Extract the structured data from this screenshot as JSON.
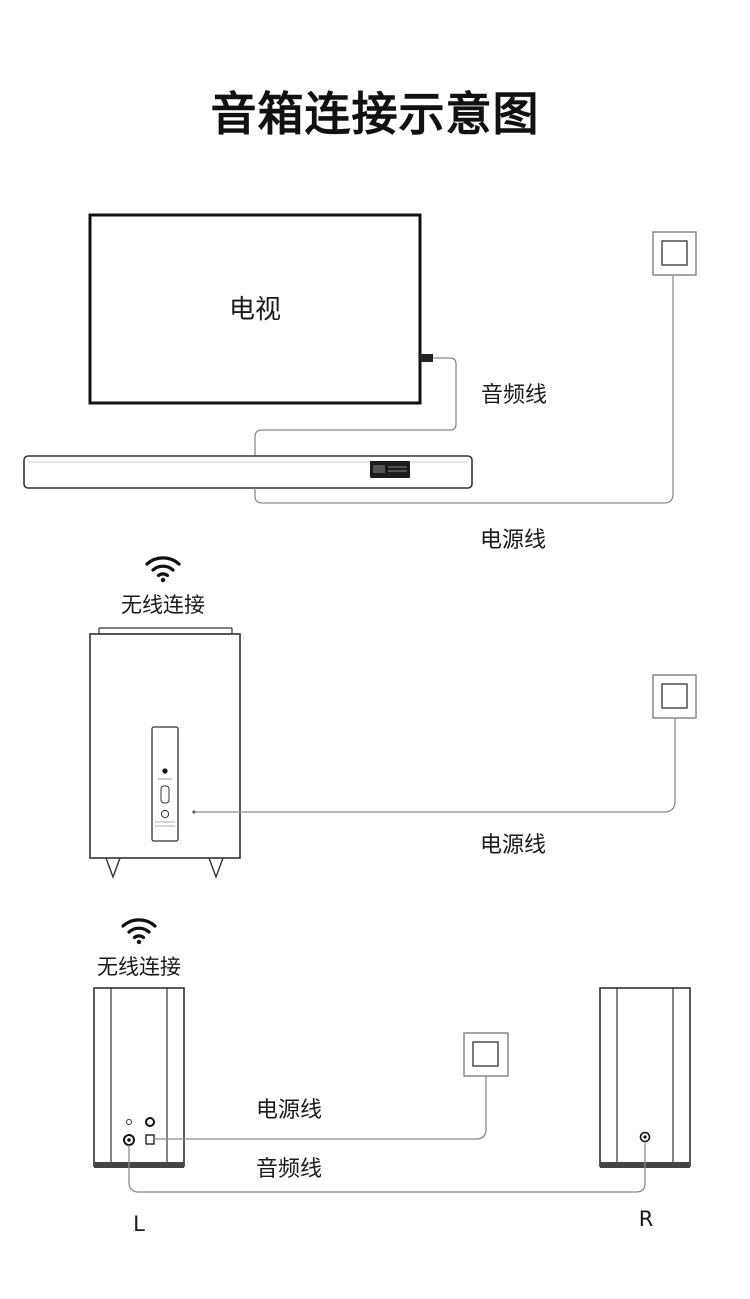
{
  "title": "音箱连接示意图",
  "tv": {
    "label": "电视"
  },
  "soundbar_section": {
    "audio_cable_label": "音频线",
    "power_cable_label": "电源线"
  },
  "subwoofer_section": {
    "wireless_label": "无线连接",
    "power_cable_label": "电源线"
  },
  "satellite_section": {
    "wireless_label": "无线连接",
    "power_cable_label": "电源线",
    "audio_cable_label": "音频线",
    "left_label": "L",
    "right_label": "R"
  },
  "icons": [
    "wifi-icon",
    "power-outlet-icon"
  ]
}
